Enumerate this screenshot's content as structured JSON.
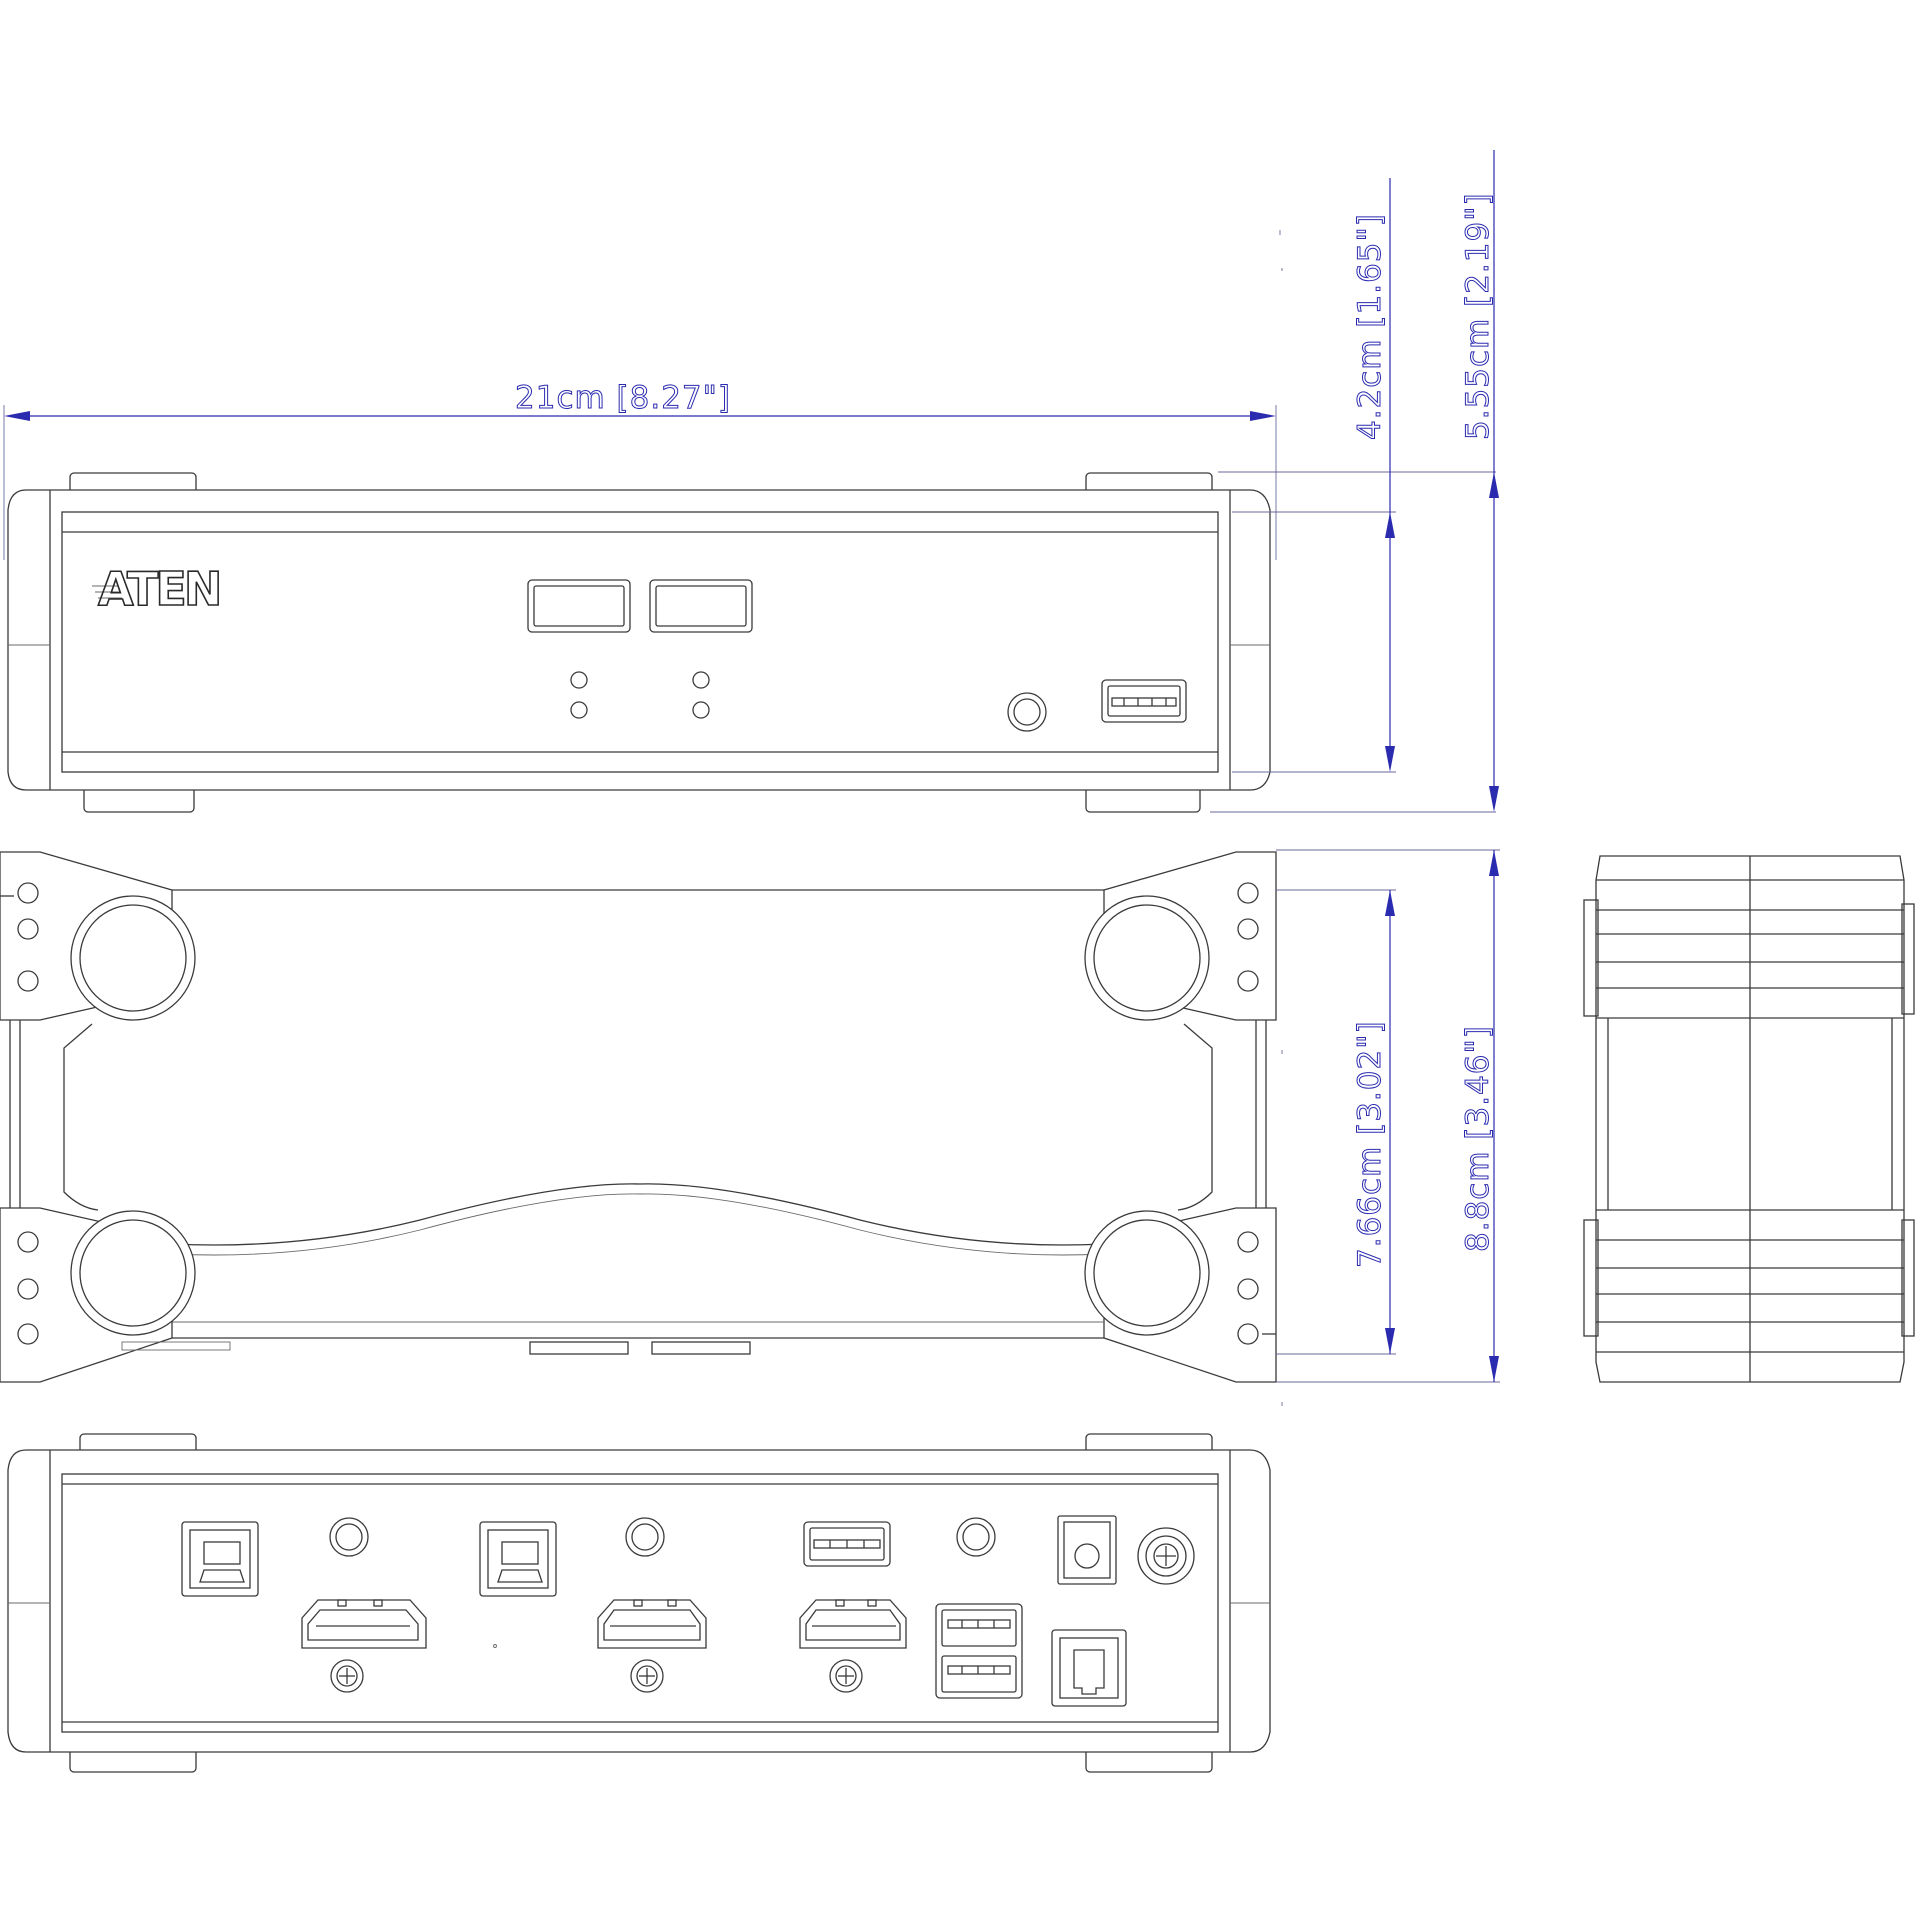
{
  "brand": {
    "logo_text": "ATEN"
  },
  "dimensions": {
    "width": "21cm [8.27\"]",
    "front_body_height": "4.2cm [1.65\"]",
    "front_total_height": "5.55cm [2.19\"]",
    "top_body_depth": "7.66cm [3.02\"]",
    "top_total_depth": "8.8cm [3.46\"]"
  },
  "colors": {
    "dimension": "#2b2bb0",
    "outline": "#3a3a3a"
  }
}
